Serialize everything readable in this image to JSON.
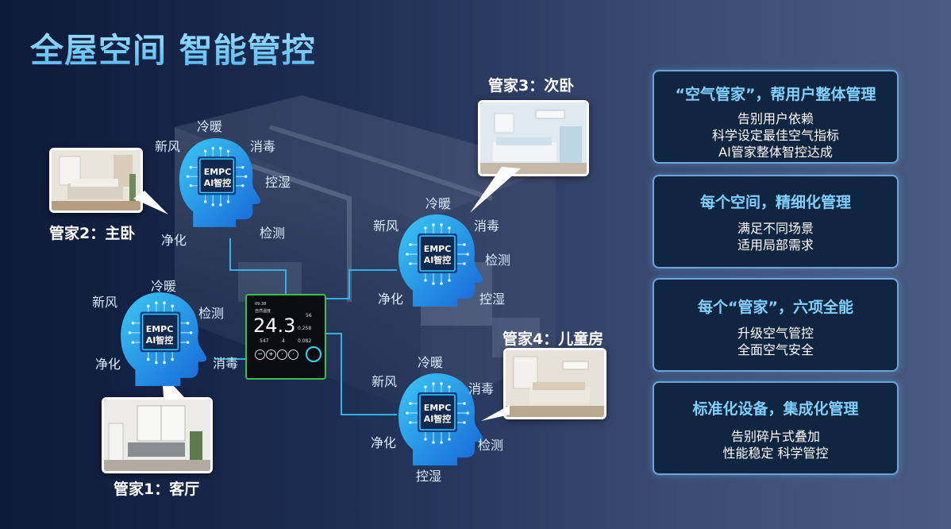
{
  "title": "全屋空间 智能管控",
  "chip": {
    "line1": "EMPC",
    "line2": "AI智控"
  },
  "butlers": [
    {
      "name": "管家1：客厅",
      "functions": [
        "冷暖",
        "新风",
        "检测",
        "净化",
        "消毒"
      ]
    },
    {
      "name": "管家2：主卧",
      "functions": [
        "冷暖",
        "新风",
        "消毒",
        "控湿",
        "净化",
        "检测"
      ]
    },
    {
      "name": "管家3：次卧",
      "functions": [
        "冷暖",
        "新风",
        "消毒",
        "检测",
        "净化",
        "控湿"
      ]
    },
    {
      "name": "管家4：儿童房",
      "functions": [
        "冷暖",
        "新风",
        "消毒",
        "净化",
        "检测",
        "控湿"
      ]
    }
  ],
  "thermostat": {
    "temperature": "24.3",
    "time": "09:38",
    "mode": "自然温度",
    "humidity": "56",
    "tvoc": "0.258",
    "co2": "547",
    "pm25": "4",
    "formaldehyde": "0.082"
  },
  "panels": [
    {
      "title": "“空气管家”，帮用户整体管理",
      "lines": [
        "告别用户依赖",
        "科学设定最佳空气指标",
        "AI管家整体智控达成"
      ]
    },
    {
      "title": "每个空间，精细化管理",
      "lines": [
        "满足不同场景",
        "适用局部需求"
      ]
    },
    {
      "title": "每个“管家”，六项全能",
      "lines": [
        "升级空气管控",
        "全面空气安全"
      ]
    },
    {
      "title": "标准化设备，集成化管理",
      "lines": [
        "告别碎片式叠加",
        "性能稳定 科学管控"
      ]
    }
  ],
  "colors": {
    "accent": "#2ab4ea",
    "title_gradient_top": "#a8e4ff",
    "panel_title": "#7fd0ff"
  }
}
